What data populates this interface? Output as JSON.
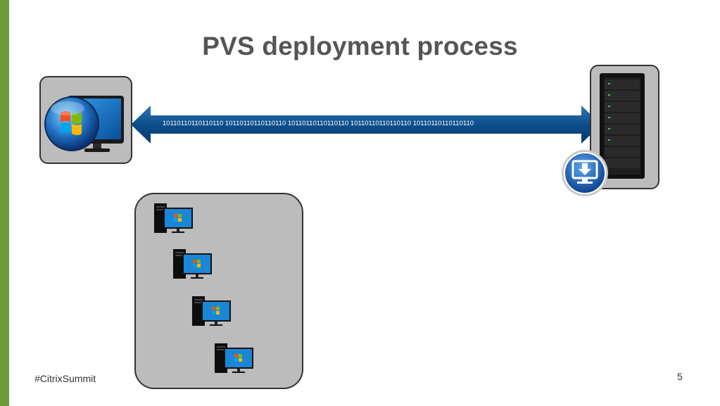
{
  "slide": {
    "title": "PVS deployment process",
    "footer_tag": "#CitrixSummit",
    "page_number": "5",
    "accent_color": "#6d9a3a"
  },
  "stream": {
    "bits": "10110110110110110 10110110110110110 10110110110110110 10110110110110110 10110110110110110"
  },
  "icons": {
    "client": "windows-monitor-icon",
    "server": "server-rack-icon",
    "badge": "download-monitor-icon",
    "targets": "windows-desktop-icon"
  }
}
